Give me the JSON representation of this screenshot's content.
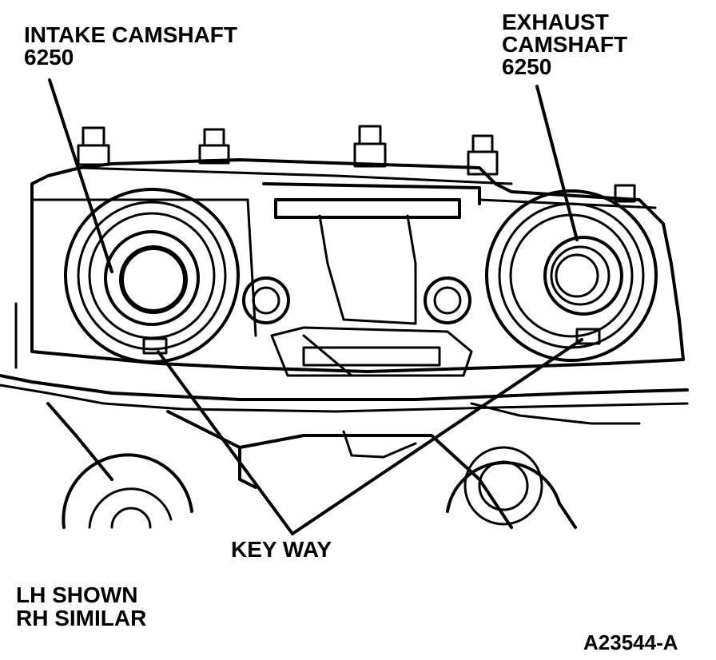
{
  "labels": {
    "intake": {
      "line1": "INTAKE CAMSHAFT",
      "line2": "6250"
    },
    "exhaust": {
      "line1": "EXHAUST",
      "line2": "CAMSHAFT",
      "line3": "6250"
    },
    "keyway": "KEY WAY",
    "note": {
      "line1": "LH SHOWN",
      "line2": "RH SIMILAR"
    },
    "figure_id": "A23544-A"
  },
  "colors": {
    "ink": "#000000",
    "background": "#ffffff"
  }
}
